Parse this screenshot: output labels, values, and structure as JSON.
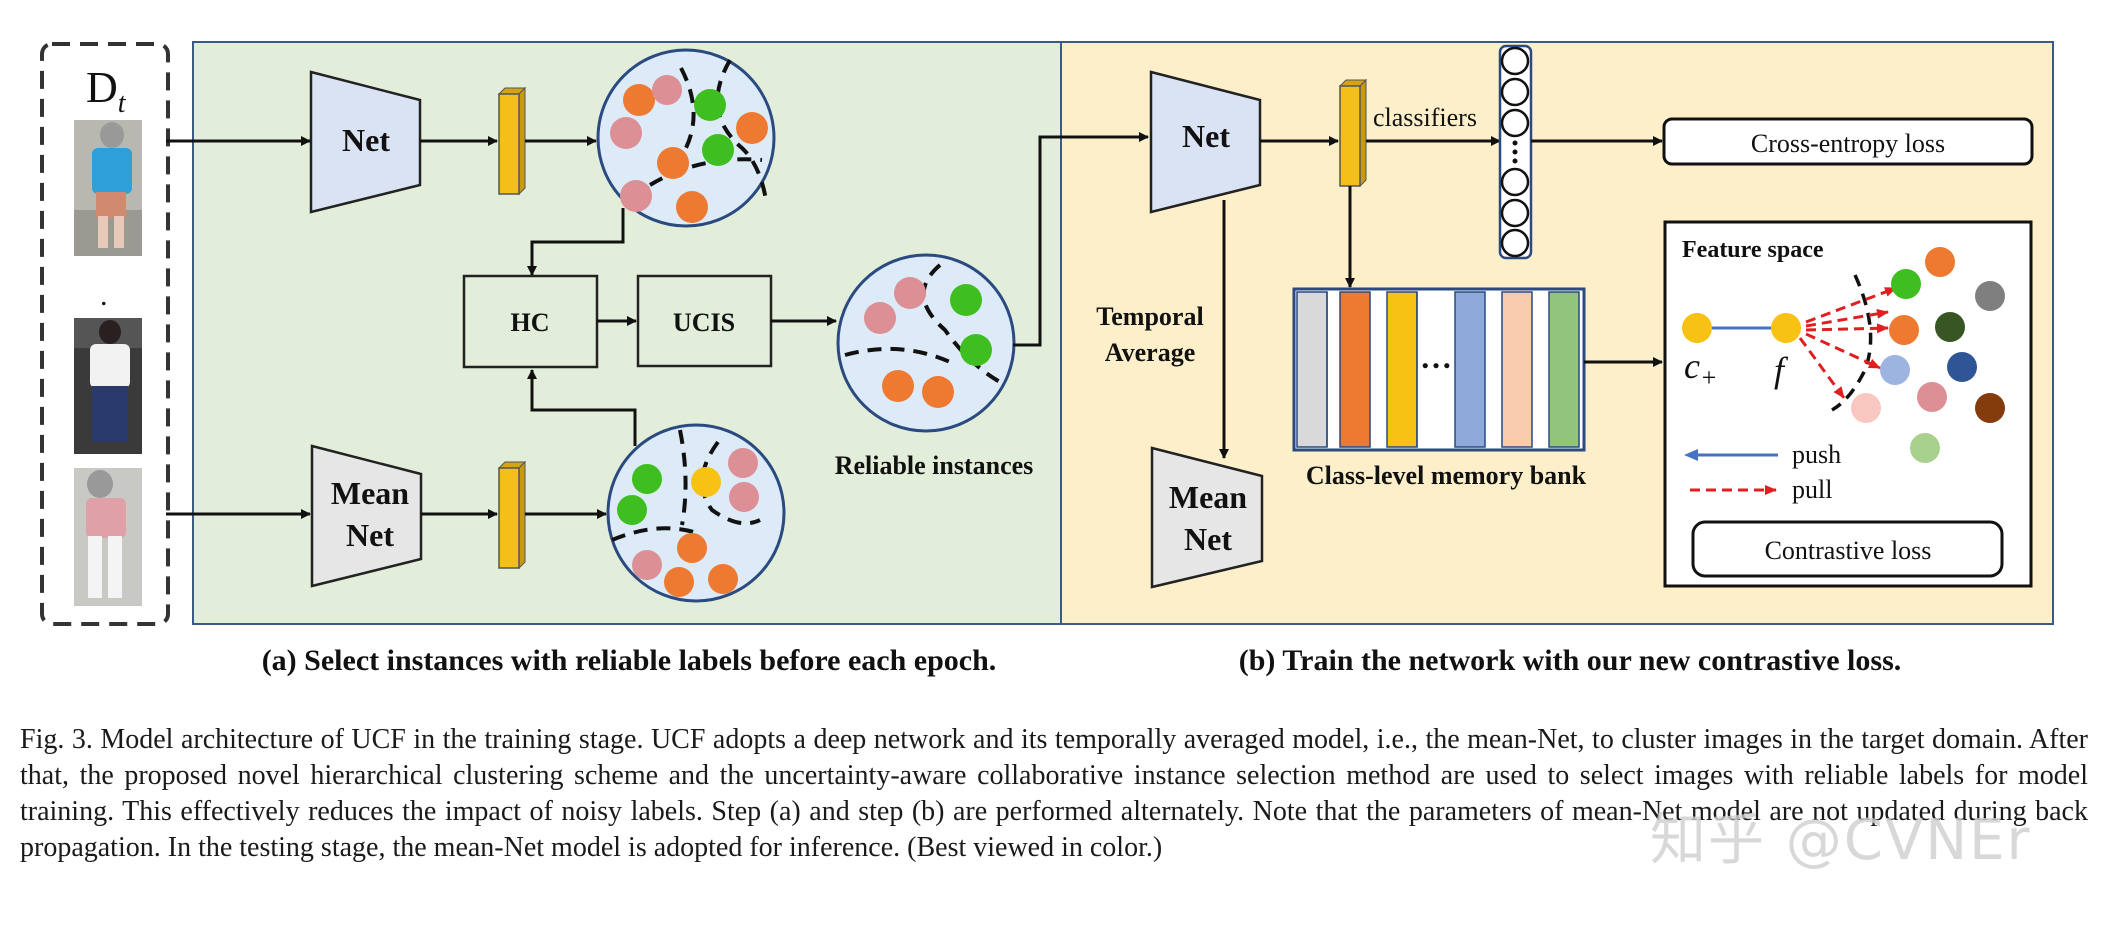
{
  "diagram": {
    "dataset_label": "D",
    "dataset_subscript": "t",
    "panel_a": {
      "net_label": "Net",
      "mean_net_label_1": "Mean",
      "mean_net_label_2": "Net",
      "hc_label": "HC",
      "ucis_label": "UCIS",
      "reliable_label": "Reliable instances",
      "caption": "(a) Select instances with reliable labels before each epoch."
    },
    "panel_b": {
      "net_label": "Net",
      "classifiers_label": "classifiers",
      "ce_loss_label": "Cross-entropy loss",
      "temporal_label_1": "Temporal",
      "temporal_label_2": "Average",
      "mean_net_label_1": "Mean",
      "mean_net_label_2": "Net",
      "memory_bank_label": "Class-level memory bank",
      "memory_dots": "…",
      "feature_space_label": "Feature space",
      "c_plus_label": "c",
      "c_plus_sub": "+",
      "f_label": "f",
      "push_label": "push",
      "pull_label": "pull",
      "contrastive_loss_label": "Contrastive loss",
      "caption": "(b) Train the network with our new contrastive loss."
    },
    "colors": {
      "panel_a_bg": "#e3eeda",
      "panel_b_bg": "#fcefc9",
      "panel_border": "#3a5a8c",
      "net_fill": "#dae3f3",
      "mean_net_fill": "#e6e6e6",
      "feature_bar": "#f5bf19",
      "green": "#3fbf1f",
      "orange": "#ed7a30",
      "pink": "#dd8f96",
      "yellow": "#f8c214",
      "push": "#4472c4",
      "pull": "#e02020"
    }
  },
  "caption": {
    "text": "Fig. 3.   Model architecture of UCF in the training stage. UCF adopts a deep network and its temporally averaged model, i.e., the mean-Net, to cluster images in the target domain. After that, the proposed novel hierarchical clustering scheme and the uncertainty-aware collaborative instance selection method are used to select images with reliable labels for model training. This effectively reduces the impact of noisy labels. Step (a) and step (b) are performed alternately. Note that the parameters of mean-Net model are not updated during back propagation. In the testing stage, the mean-Net model is adopted for inference. (Best viewed in color.)"
  },
  "watermark": "知乎 @CVNEr"
}
